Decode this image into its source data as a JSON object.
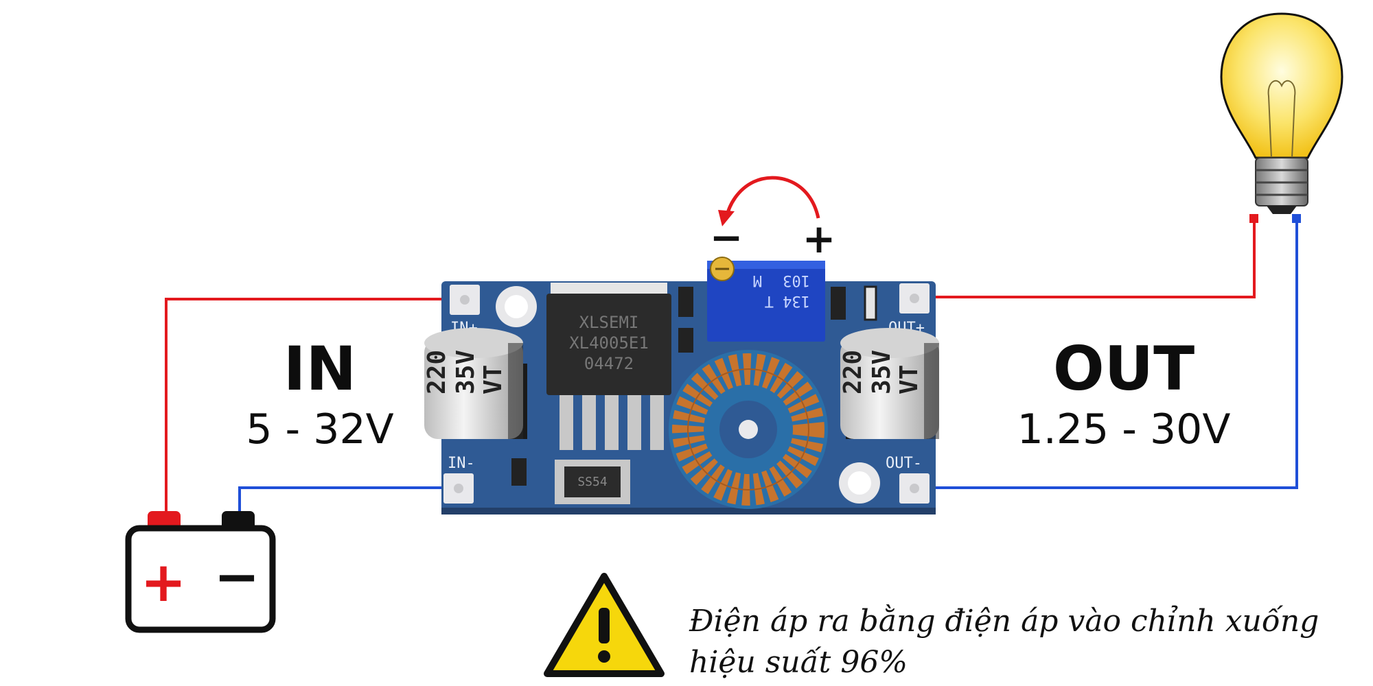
{
  "input": {
    "title": "IN",
    "range": "5 - 32V"
  },
  "output": {
    "title": "OUT",
    "range": "1.25 - 30V"
  },
  "adjust": {
    "minus": "−",
    "plus": "+"
  },
  "battery": {
    "plus": "+",
    "minus": "−"
  },
  "board": {
    "in_plus": "IN+",
    "in_minus": "IN-",
    "out_plus": "OUT+",
    "out_minus": "OUT-",
    "cap_left": [
      "220",
      "35V",
      "VT"
    ],
    "cap_right": [
      "220",
      "35V",
      "VT"
    ],
    "ic_lines": [
      "XLSEMI",
      "XL4005E1",
      "04472"
    ],
    "trimmer_lines": [
      "103",
      "134 T",
      "M"
    ],
    "diode": "SS54"
  },
  "warning": {
    "line1": "Điện áp ra bằng điện áp vào chỉnh xuống",
    "line2": "hiệu suất 96%"
  },
  "colors": {
    "positive_wire": "#e3191e",
    "negative_wire": "#1f4fd8",
    "pcb": "#2f5a94",
    "warning_fill": "#f6d70c"
  }
}
